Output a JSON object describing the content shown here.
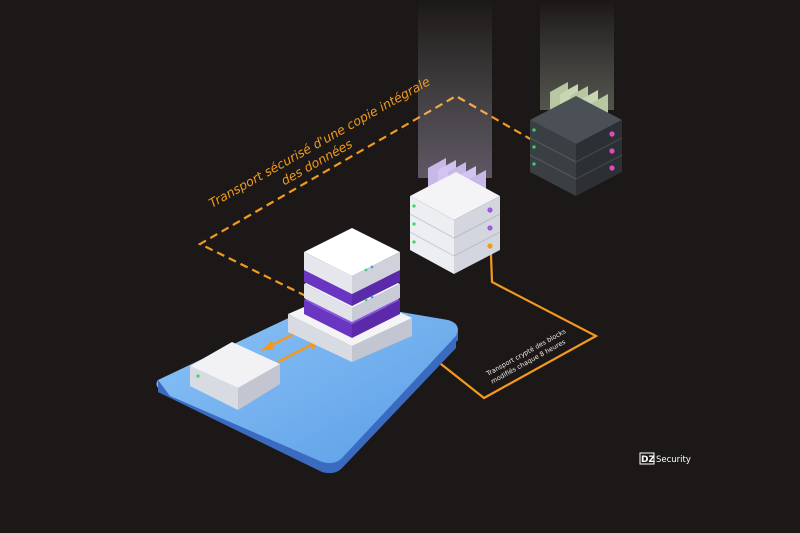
{
  "labels": {
    "main_line1": "Transport sécurisé d'une copie intégrale",
    "main_line2": "des données",
    "small_line1": "Transport crypté des blocks",
    "small_line2": "modifiés chaque 8 heures"
  },
  "logo": {
    "mark": "DZ",
    "name": "Security"
  },
  "colors": {
    "background": "#1b1817",
    "accent_orange": "#f39a1e",
    "platform_blue": "#5a9ee6",
    "accent_purple": "#7b3fd0",
    "server_dark": "#3a3f44",
    "tray_green": "#b8c7a2",
    "tray_purple": "#c7b8e8"
  },
  "icons": [
    "local-nas-icon",
    "local-server-stack-icon",
    "cloud-server-white-icon",
    "cloud-server-dark-icon",
    "transfer-arrows-icon",
    "company-logo"
  ]
}
